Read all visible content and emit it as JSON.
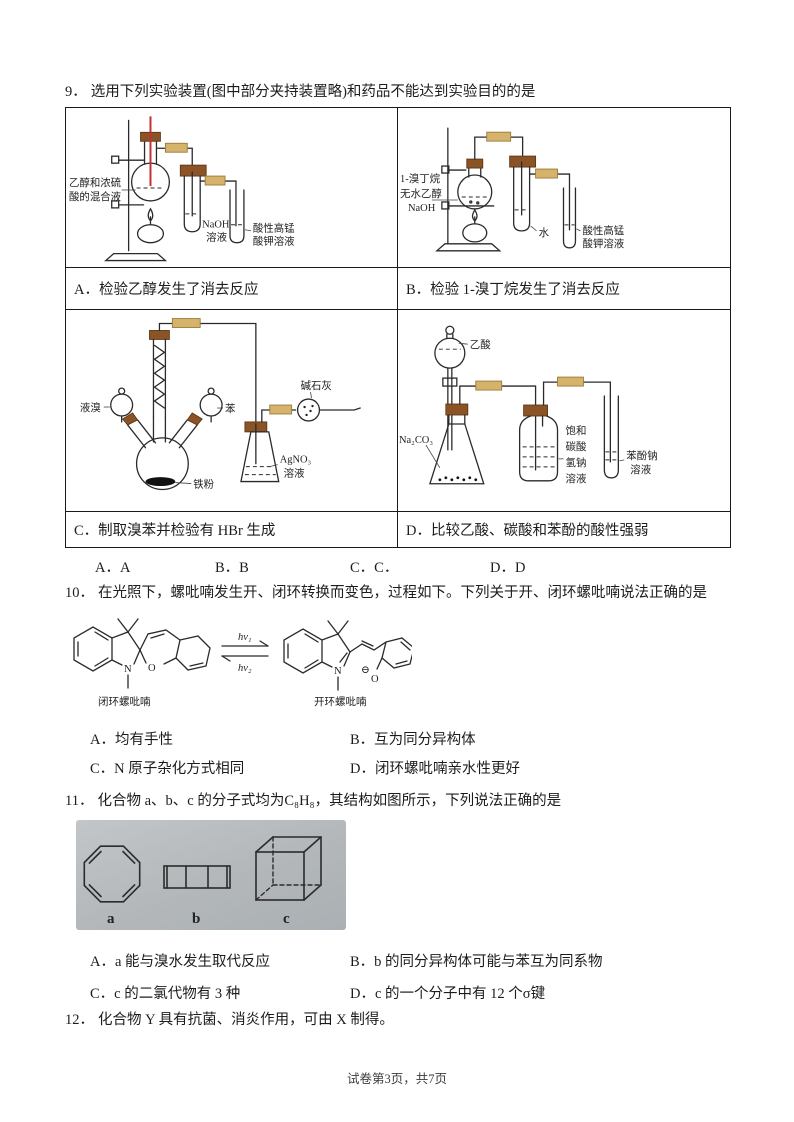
{
  "q9": {
    "number": "9．",
    "stem": "选用下列实验装置(图中部分夹持装置略)和药品不能达到实验目的的是",
    "a": {
      "flask_label1": "乙醇和浓硫",
      "flask_label2": "酸的混合液",
      "naoh1": "NaOH",
      "naoh2": "溶液",
      "kmno1": "酸性高锰",
      "kmno2": "酸钾溶液",
      "option": "A．检验乙醇发生了消去反应"
    },
    "b": {
      "flask_label1": "1-溴丁烷",
      "flask_label2": "无水乙醇",
      "flask_label3": "NaOH",
      "water": "水",
      "kmno1": "酸性高锰",
      "kmno2": "酸钾溶液",
      "option": "B．检验 1-溴丁烷发生了消去反应"
    },
    "c": {
      "bromine": "液溴",
      "benzene": "苯",
      "iron": "铁粉",
      "sodalime": "碱石灰",
      "agno3": "AgNO₃",
      "agno3b": "溶液",
      "option": "C．制取溴苯并检验有 HBr 生成"
    },
    "d": {
      "acetic": "乙酸",
      "na2co3": "Na₂CO₃",
      "sat1": "饱和",
      "sat2": "碳酸",
      "sat3": "氢钠",
      "sat4": "溶液",
      "phenol1": "苯酚钠",
      "phenol2": "溶液",
      "option": "D．比较乙酸、碳酸和苯酚的酸性强弱"
    },
    "answers": [
      "A．A",
      "B．B",
      "C．C．",
      "D．D"
    ]
  },
  "q10": {
    "number": "10．",
    "stem": "在光照下，螺吡喃发生开、闭环转换而变色，过程如下。下列关于开、闭环螺吡喃说法正确的是",
    "diagram": {
      "hv1": "hv₁",
      "hv2": "hv₂",
      "closed_label": "闭环螺吡喃",
      "open_label": "开环螺吡喃",
      "n_left": "N",
      "o_left": "O",
      "n_right": "N",
      "o_right": "O",
      "minus": "⊖"
    },
    "options": [
      "A．均有手性",
      "B．互为同分异构体",
      "C．N 原子杂化方式相同",
      "D．闭环螺吡喃亲水性更好"
    ]
  },
  "q11": {
    "number": "11．",
    "stem": "化合物 a、b、c 的分子式均为C₈H₈，其结构如图所示，下列说法正确的是",
    "figure_labels": [
      "a",
      "b",
      "c"
    ],
    "options": [
      "A．a 能与溴水发生取代反应",
      "B．b 的同分异构体可能与苯互为同系物",
      "C．c 的二氯代物有 3 种",
      "D．c 的一个分子中有 12 个σ键"
    ]
  },
  "q12": {
    "number": "12．",
    "stem": "化合物 Y 具有抗菌、消炎作用，可由 X 制得。"
  },
  "footer": "试卷第3页，共7页"
}
